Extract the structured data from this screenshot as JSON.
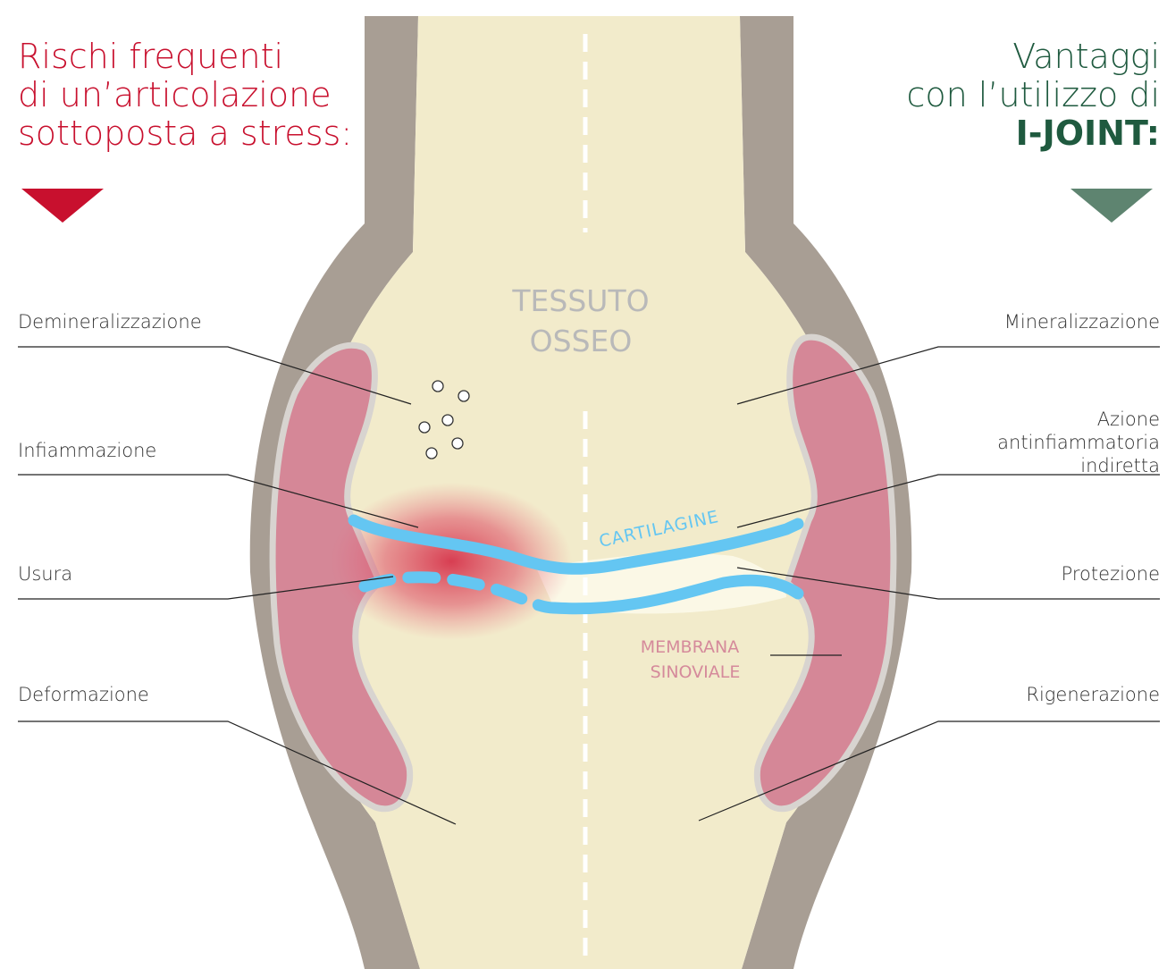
{
  "colors": {
    "risk_red": "#c8102e",
    "benefit_green": "#1f5a3f",
    "benefit_triangle": "#5e8470",
    "bone": "#f2ebcb",
    "tissue": "#a89e94",
    "synovial": "#d58797",
    "cartilage": "#64c6f2",
    "bone_label": "#b9b9b9",
    "membrane_label": "#d58a9b",
    "label_text": "#333333",
    "leader_line": "#222222"
  },
  "left_heading": {
    "lines": [
      "Rischi frequenti",
      "di un’articolazione",
      "sottoposta a stress:"
    ]
  },
  "right_heading": {
    "lines": [
      "Vantaggi",
      "con l’utilizzo di"
    ],
    "brand": "I-JOINT:"
  },
  "left_labels": [
    "Demineralizzazione",
    "Infiammazione",
    "Usura",
    "Deformazione"
  ],
  "right_labels": {
    "mineralizzazione": "Mineralizzazione",
    "azione": [
      "Azione",
      "antinfiammatoria",
      "indiretta"
    ],
    "protezione": "Protezione",
    "rigenerazione": "Rigenerazione"
  },
  "center_labels": {
    "bone": [
      "TESSUTO",
      "OSSEO"
    ],
    "cartilage": "CARTILAGINE",
    "membrane": [
      "MEMBRANA",
      "SINOVIALE"
    ]
  },
  "icons": {
    "left_triangle": "down-triangle-icon",
    "right_triangle": "down-triangle-icon"
  }
}
